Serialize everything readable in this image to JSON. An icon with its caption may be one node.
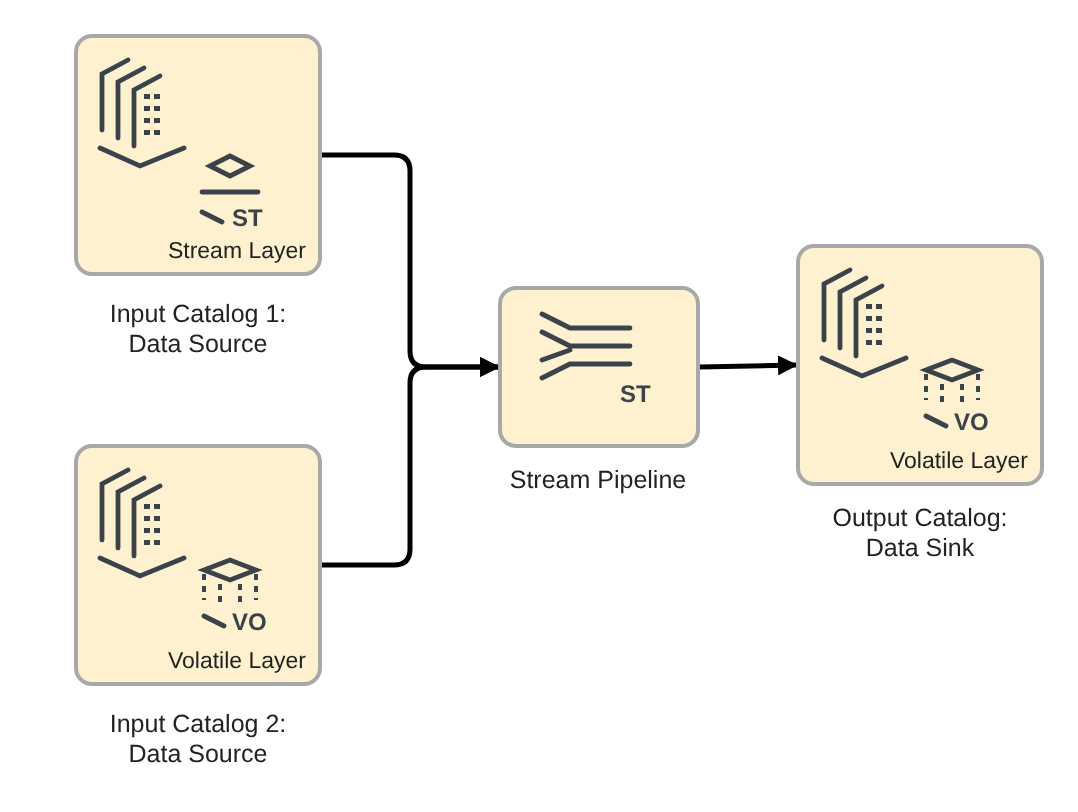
{
  "diagram": {
    "nodes": [
      {
        "text": [
          "Stream Layer"
        ],
        "beside": [
          "Input Catalog 1: Data Source"
        ]
      },
      {
        "text": [
          "Volatile Layer"
        ],
        "beside": [
          "Input Catalog 2: Data Source"
        ]
      },
      {
        "text": [],
        "shape": "box",
        "beside": [
          "Stream Pipeline"
        ]
      },
      {
        "text": [
          "Volatile Layer"
        ],
        "beside": [
          "Output Catalog: Data Sink"
        ]
      }
    ],
    "edges": [
      {
        "from": 0,
        "to": 2,
        "arrow": "to"
      },
      {
        "from": 1,
        "to": 2,
        "arrow": "to"
      },
      {
        "from": 2,
        "to": 3,
        "arrow": "to"
      }
    ],
    "labels": [
      "ST",
      "ST",
      "VO",
      "VO"
    ]
  }
}
